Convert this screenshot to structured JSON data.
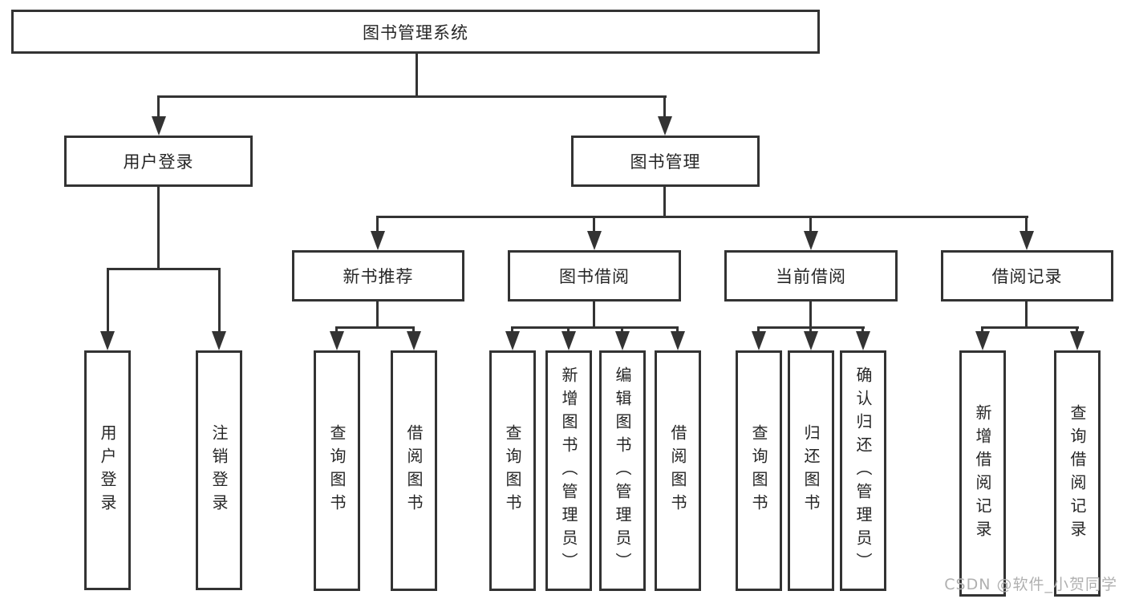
{
  "title": "图书管理系统",
  "colors": {
    "line": "#333333",
    "text": "#262626",
    "background": "#ffffff"
  },
  "tree": {
    "root": {
      "label": "图书管理系统"
    },
    "branches": [
      {
        "label": "用户登录",
        "leaves": [
          {
            "label": "用户登录"
          },
          {
            "label": "注销登录"
          }
        ]
      },
      {
        "label": "图书管理",
        "groups": [
          {
            "label": "新书推荐",
            "leaves": [
              {
                "label": "查询图书"
              },
              {
                "label": "借阅图书"
              }
            ]
          },
          {
            "label": "图书借阅",
            "leaves": [
              {
                "label": "查询图书"
              },
              {
                "label": "新增图书（管理员）"
              },
              {
                "label": "编辑图书（管理员）"
              },
              {
                "label": "借阅图书"
              }
            ]
          },
          {
            "label": "当前借阅",
            "leaves": [
              {
                "label": "查询图书"
              },
              {
                "label": "归还图书"
              },
              {
                "label": "确认归还（管理员）"
              }
            ]
          },
          {
            "label": "借阅记录",
            "leaves": [
              {
                "label": "新增借阅记录"
              },
              {
                "label": "查询借阅记录"
              }
            ]
          }
        ]
      }
    ]
  },
  "watermark": {
    "text": "CSDN @软件_小贺同学",
    "color": "#b0b0b0"
  }
}
